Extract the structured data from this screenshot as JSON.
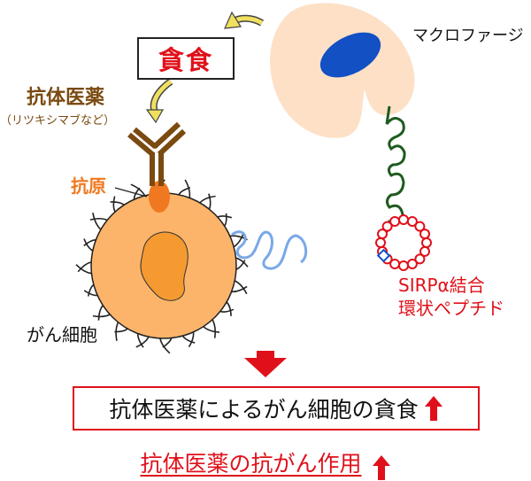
{
  "labels": {
    "macrophage": "マクロファージ",
    "phagocytosis": "貪食",
    "antibody_drug": "抗体医薬",
    "antibody_examples": "（リツキシマブなど）",
    "antigen": "抗原",
    "cancer_cell": "がん細胞",
    "peptide_line1": "SIRPα結合",
    "peptide_line2": "環状ペプチド",
    "result": "抗体医薬によるがん細胞の貪食",
    "effect": "抗体医薬の抗がん作用"
  },
  "colors": {
    "macrophage_body": "#fde0c6",
    "macrophage_nucleus": "#1250c4",
    "antibody": "#7a4a10",
    "antigen": "#f07820",
    "cancer_cell": "#fbb46a",
    "cancer_nucleus": "#f59a30",
    "sirp_receptor": "#1f5a1f",
    "cd47": "#7aa8e8",
    "peptide": "#e0101a",
    "accent_red": "#e0101a",
    "arrow_yellow": "#f0e060"
  }
}
